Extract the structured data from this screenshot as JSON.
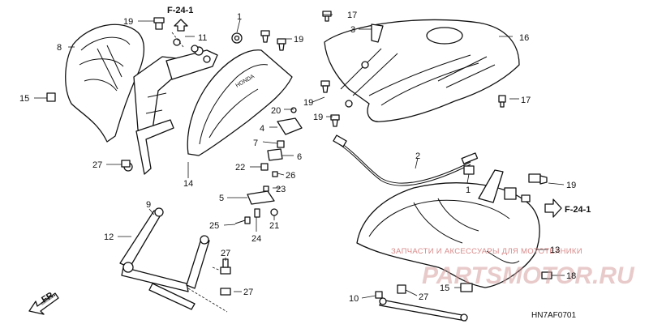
{
  "diagram": {
    "code": "HN7AF0701",
    "front_arrow": "FR.",
    "refs": [
      "F-24-1",
      "F-24-1"
    ],
    "watermark": {
      "small": "ЗАПЧАСТИ И АКСЕССУАРЫ ДЛЯ МОТОТЕХНИКИ",
      "big": "PARTSMOTOR.RU"
    },
    "callouts": [
      "19",
      "1",
      "17",
      "3",
      "16",
      "8",
      "11",
      "19",
      "15",
      "19",
      "17",
      "20",
      "4",
      "19",
      "7",
      "6",
      "2",
      "27",
      "22",
      "26",
      "14",
      "23",
      "1",
      "19",
      "5",
      "9",
      "21",
      "25",
      "24",
      "12",
      "27",
      "13",
      "18",
      "27",
      "10",
      "27",
      "15"
    ],
    "colors": {
      "line": "#111111",
      "watermark": "#d98a8a"
    }
  }
}
